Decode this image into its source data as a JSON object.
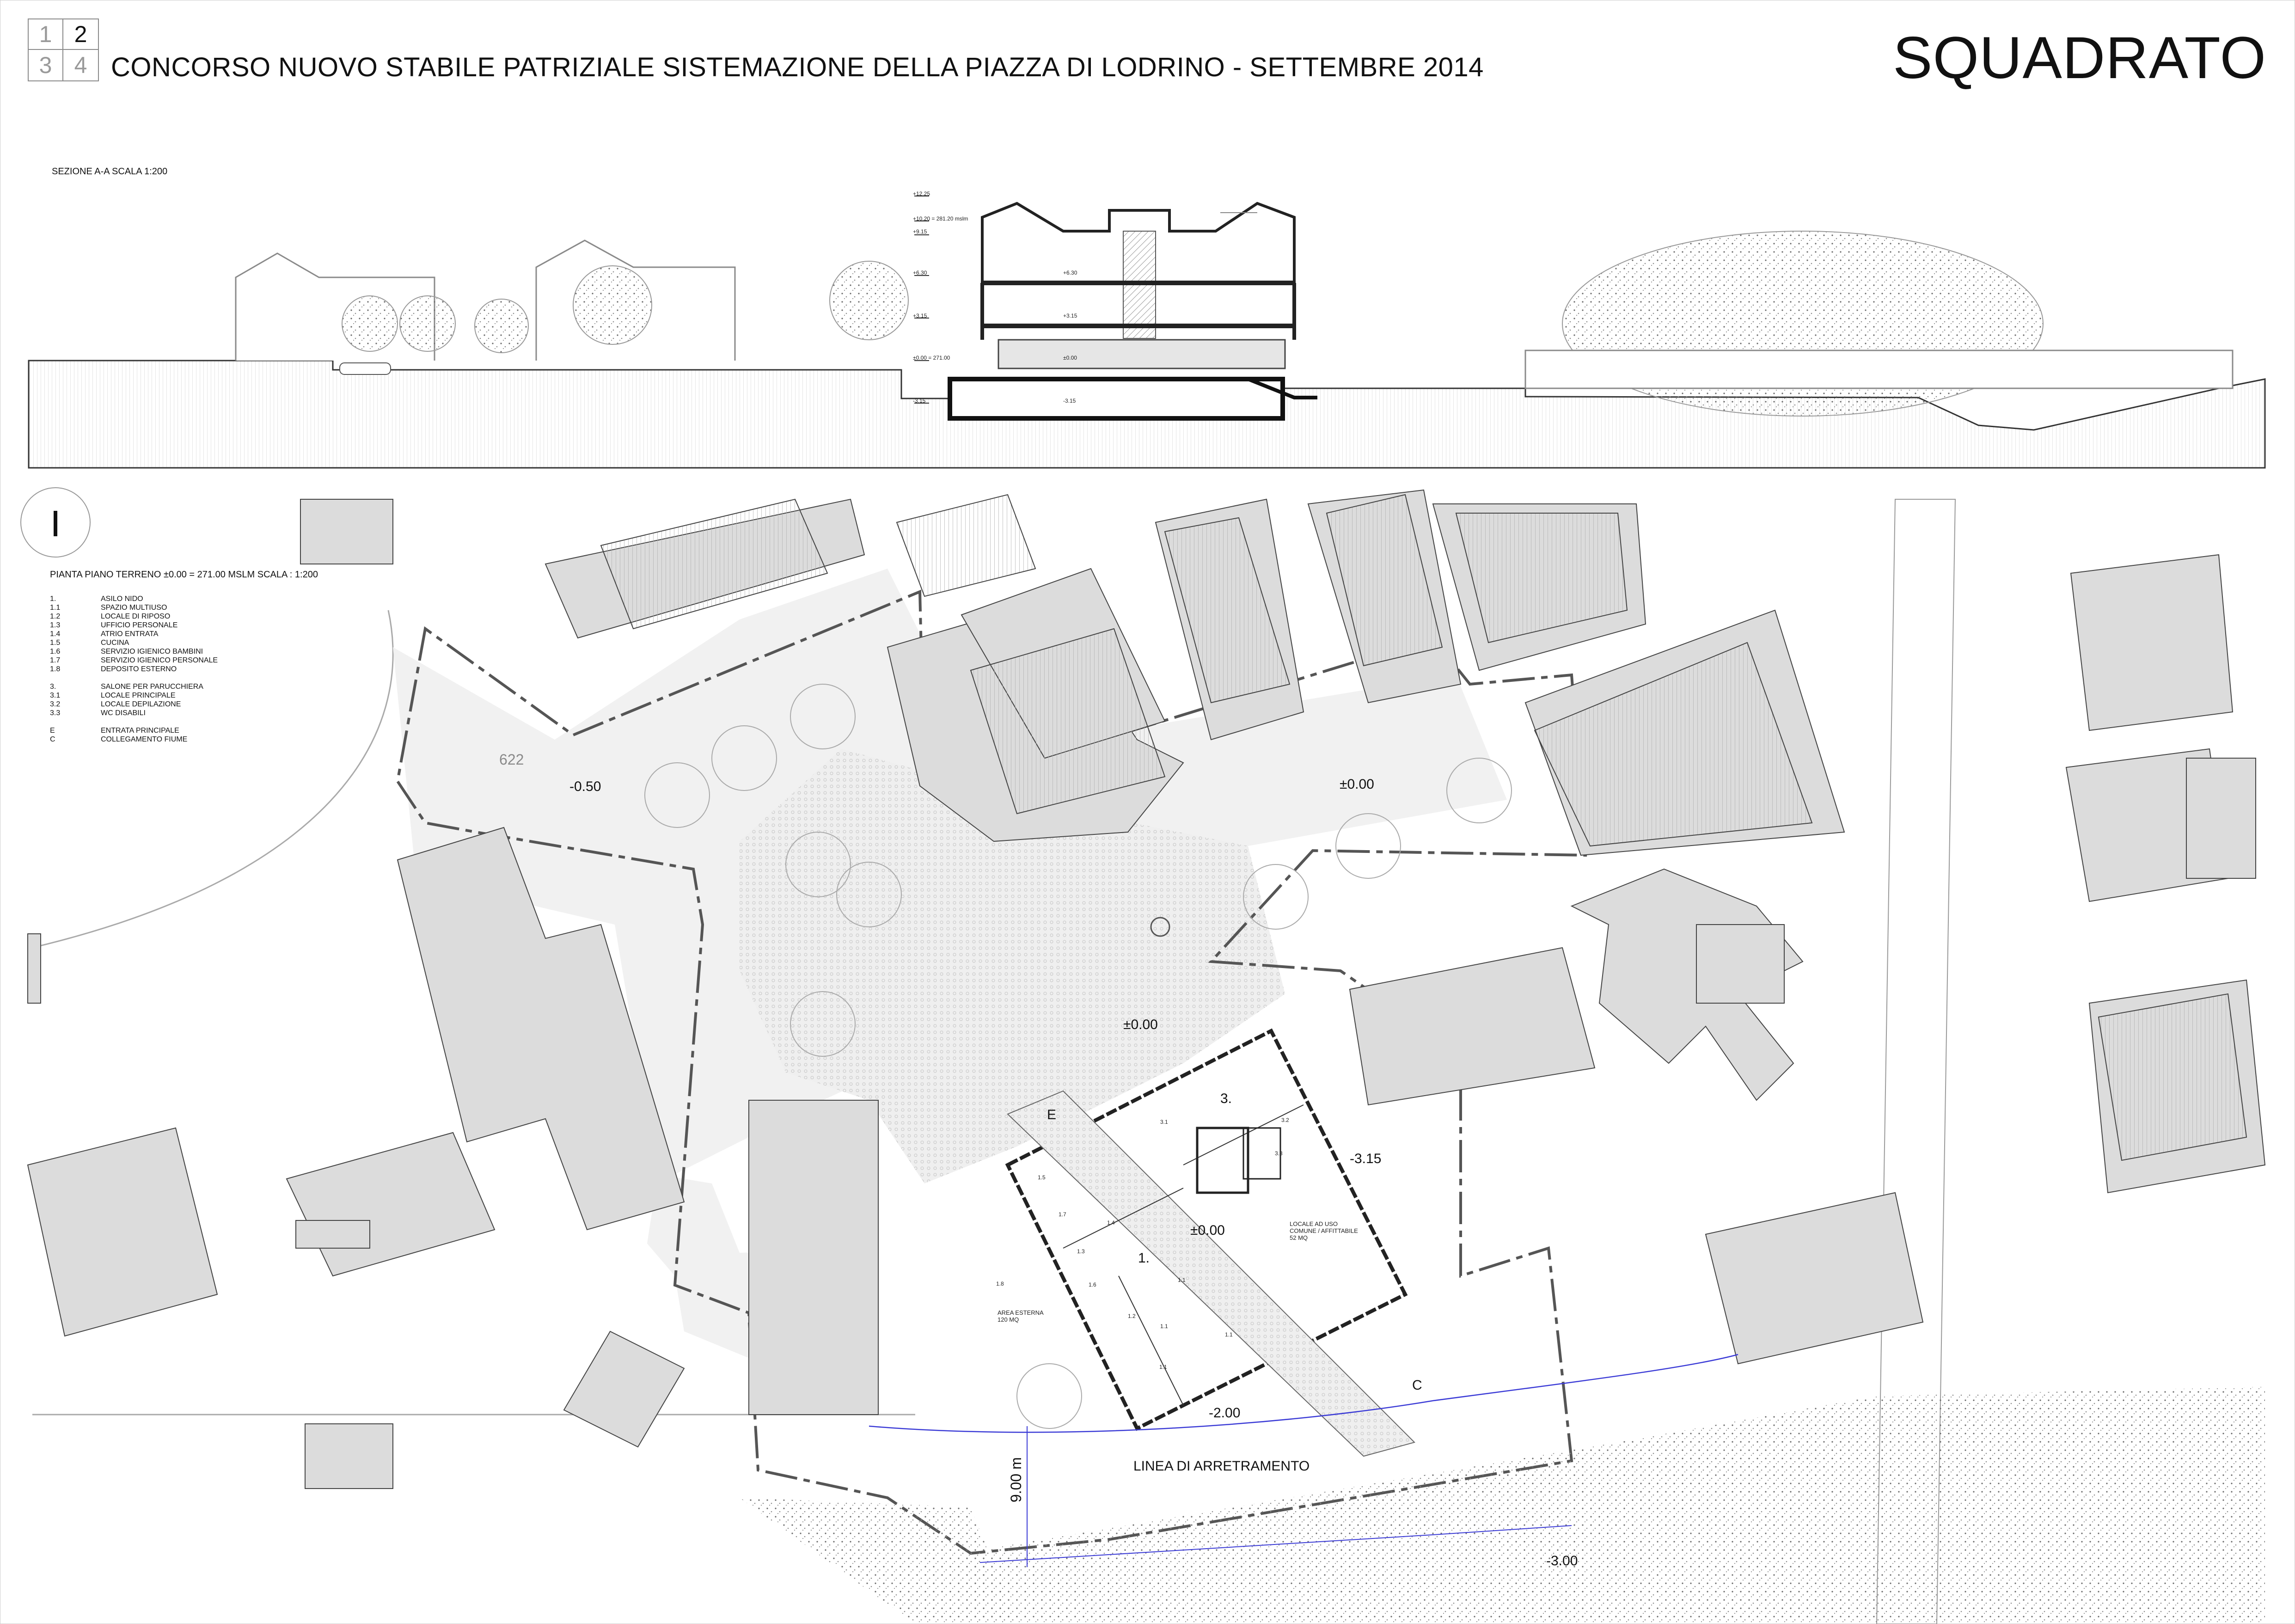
{
  "pager": {
    "cells": [
      "1",
      "2",
      "3",
      "4"
    ],
    "active": "2"
  },
  "header": {
    "title": "CONCORSO NUOVO STABILE PATRIZIALE SISTEMAZIONE DELLA PIAZZA DI LODRINO - SETTEMBRE 2014",
    "brand": "SQUADRATO"
  },
  "section": {
    "label": "SEZIONE A-A  SCALA  1:200",
    "elevations": [
      "+12.25",
      "+10.20 = 281.20 mslm",
      "+9.15",
      "+6.30",
      "+3.15",
      "±0.00 = 271.00",
      "-3.15"
    ],
    "interior_levels": [
      "+6.30",
      "+3.15",
      "±0.00",
      "-3.15"
    ]
  },
  "plan": {
    "label": "PIANTA PIANO TERRENO ±0.00 = 271.00 MSLM  SCALA : 1:200",
    "legend": [
      {
        "code": "1.",
        "text": "ASILO NIDO"
      },
      {
        "code": "1.1",
        "text": "SPAZIO MULTIUSO"
      },
      {
        "code": "1.2",
        "text": "LOCALE DI RIPOSO"
      },
      {
        "code": "1.3",
        "text": "UFFICIO PERSONALE"
      },
      {
        "code": "1.4",
        "text": "ATRIO ENTRATA"
      },
      {
        "code": "1.5",
        "text": "CUCINA"
      },
      {
        "code": "1.6",
        "text": "SERVIZIO IGIENICO BAMBINI"
      },
      {
        "code": "1.7",
        "text": "SERVIZIO IGIENICO PERSONALE"
      },
      {
        "code": "1.8",
        "text": "DEPOSITO ESTERNO"
      },
      {
        "code": "",
        "text": ""
      },
      {
        "code": "3.",
        "text": "SALONE PER PARUCCHIERA"
      },
      {
        "code": "3.1",
        "text": "LOCALE PRINCIPALE"
      },
      {
        "code": "3.2",
        "text": "LOCALE DEPILAZIONE"
      },
      {
        "code": "3.3",
        "text": "WC DISABILI"
      },
      {
        "code": "",
        "text": ""
      },
      {
        "code": "E",
        "text": "ENTRATA PRINCIPALE"
      },
      {
        "code": "C",
        "text": "COLLEGAMENTO FIUME"
      }
    ],
    "levels": {
      "parcel": "622",
      "west": "-0.50",
      "east": "±0.00",
      "piazza": "±0.00",
      "building": "±0.00",
      "lower_court": "-3.15",
      "south": "-2.00",
      "river": "-3.00"
    },
    "markers": {
      "entrance": "E",
      "connection": "C",
      "block_1": "1.",
      "block_3": "3."
    },
    "rooms": [
      "1.5",
      "1.4",
      "1.7",
      "1.3",
      "1.6",
      "1.1",
      "1.2",
      "1.1",
      "1.1",
      "1.1",
      "3.1",
      "3.2",
      "3.3",
      "1.8"
    ],
    "notes": {
      "rentable": "LOCALE AD USO\nCOMUNE / AFFITTABILE\n52 MQ",
      "outdoor": "AREA ESTERNA\n120 MQ"
    },
    "setback_label": "LINEA DI ARRETRAMENTO",
    "setback_dimension": "9.00 m"
  },
  "colors": {
    "building_fill": "#dcdcdc",
    "paving": "#ececec",
    "line": "#444444",
    "setback_line": "#3b3bd6"
  }
}
